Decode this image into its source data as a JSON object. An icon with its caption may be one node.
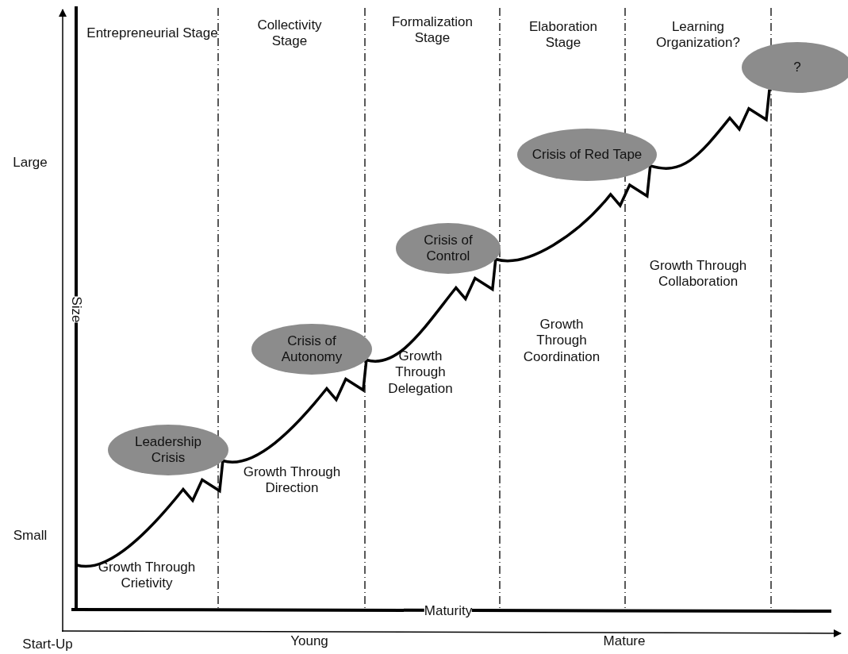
{
  "diagram": {
    "nodes": [
      {
        "text": [
          "Leadership Crisis"
        ]
      },
      {
        "text": [
          "Crisis of Autonomy"
        ]
      },
      {
        "text": [
          "Crisis of Control"
        ]
      },
      {
        "text": [
          "Crisis of Red Tape"
        ]
      },
      {
        "text": [
          "?"
        ]
      }
    ],
    "edges": [
      {
        "from": null,
        "to": 0,
        "arrow": "none"
      },
      {
        "from": 0,
        "to": 1,
        "arrow": "none"
      },
      {
        "from": 1,
        "to": 2,
        "arrow": "none"
      },
      {
        "from": 2,
        "to": 3,
        "arrow": "none"
      },
      {
        "from": 3,
        "to": 4,
        "arrow": "none"
      }
    ],
    "labels": [
      "Entrepreneurial Stage",
      "Collectivity Stage",
      "Formalization Stage",
      "Elaboration Stage",
      "Learning Organization?",
      "Large",
      "Size",
      "Growth Through Collaboration",
      "Growth Through Coordination",
      "Growth Through Delegation",
      "Growth Through Direction",
      "Small",
      "Growth Through Crietivity",
      "Maturity",
      "Start-Up",
      "Young",
      "Mature"
    ]
  }
}
